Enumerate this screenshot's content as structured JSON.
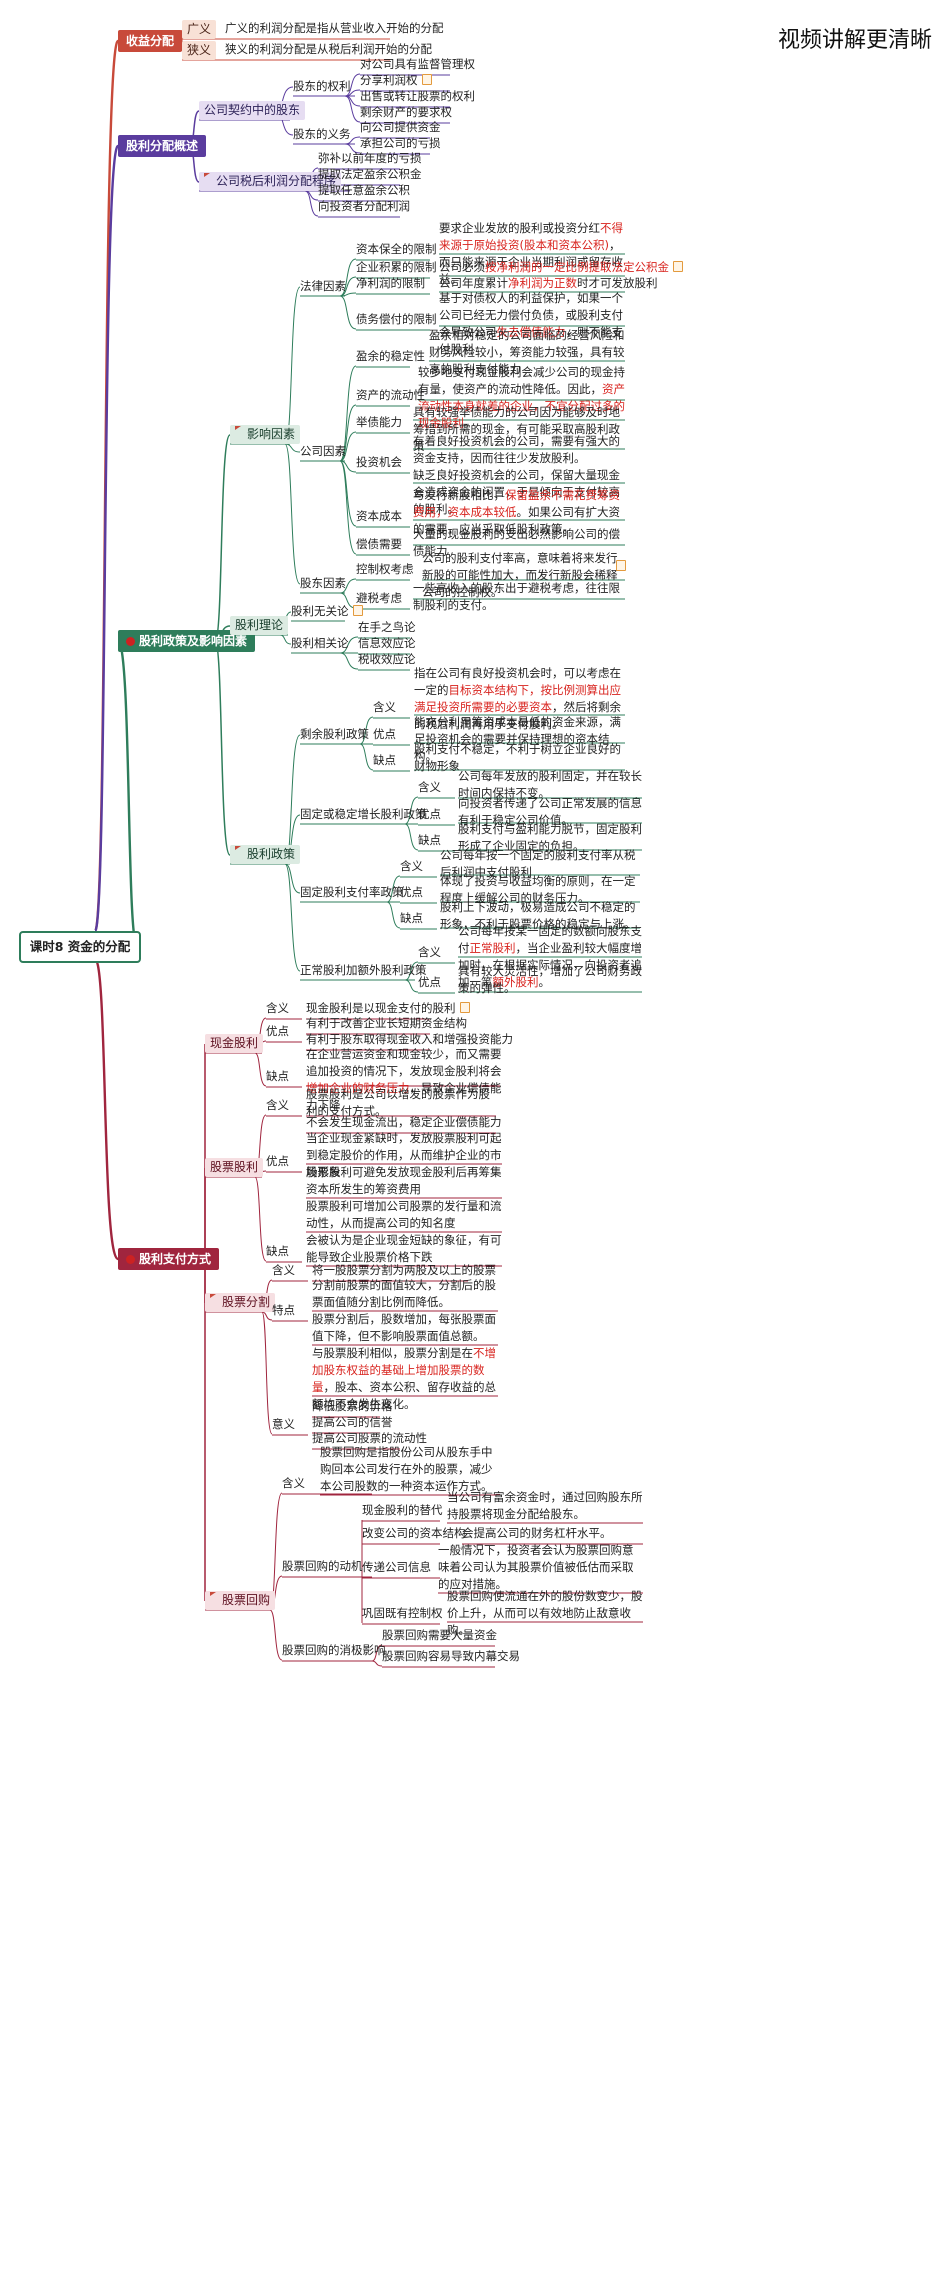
{
  "watermark": "视频讲解更清晰",
  "root": "课时8 资金的分配",
  "b1": {
    "title": "收益分配",
    "broad_tag": "广义",
    "broad_text": "广义的利润分配是指从营业收入开始的分配",
    "narrow_tag": "狭义",
    "narrow_text": "狭义的利润分配是从税后利润开始的分配"
  },
  "b2": {
    "title": "股利分配概述",
    "contract": "公司契约中的股东",
    "rights": "股东的权利",
    "right1": "对公司具有监督管理权",
    "right2": "分享利润权",
    "right3": "出售或转让股票的权利",
    "right4": "剩余财产的要求权",
    "duties": "股东的义务",
    "duty1": "向公司提供资金",
    "duty2": "承担公司的亏损",
    "procedure": "公司税后利润分配程序",
    "proc1": "弥补以前年度的亏损",
    "proc2": "提取法定盈余公积金",
    "proc3": "提取任意盈余公积",
    "proc4": "向投资者分配利润"
  },
  "b3": {
    "title": "股利政策及影响因素",
    "factors": "影响因素",
    "legal": "法律因素",
    "capital_preserve": "资本保全的限制",
    "capital_preserve_d1": "要求企业发放的股利或投资分红",
    "capital_preserve_d2": "不得来源于原始投资(股本和资本公积)",
    "capital_preserve_d3": "，而只能来源于企业当期利润或留存收益。",
    "accum": "企业积累的限制",
    "accum_d1": "公司必须",
    "accum_d2": "按净利润的一定比例提取法定公积金",
    "net_profit": "净利润的限制",
    "net_profit_d1": "公司年度累计",
    "net_profit_d2": "净利润为正数",
    "net_profit_d3": "时才可发放股利",
    "debt": "债务偿付的限制",
    "debt_d1": "基于对债权人的利益保护，如果一个公司已经无力偿付负债，或股利支付会导致公司",
    "debt_d2": "失去偿债能力",
    "debt_d3": "，则不能支付股利",
    "company": "公司因素",
    "stability": "盈余的稳定性",
    "stability_d": "盈余相对稳定的公司面临的经营风险和财务风险较小，筹资能力较强，具有较高的股利支付能力",
    "liquidity": "资产的流动性",
    "liquidity_d1": "较多地支付现金股利会减少公司的现金持有量，使资产的流动性降低。因此，",
    "liquidity_d2": "资产流动性本身就差的企业，不宜分配过多的现金股利",
    "liquidity_d3": "。",
    "borrow": "举债能力",
    "borrow_d": "具有较强举债能力的公司因为能够及时地筹措到所需的现金，有可能采取高股利政策",
    "invest": "投资机会",
    "invest_d1": "有着良好投资机会的公司，需要有强大的资金支持，因而往往少发放股利。",
    "invest_d2": "缺乏良好投资机会的公司，保留大量现金会造成资金的闲置，于是倾向于支付较高的股利。",
    "cost": "资本成本",
    "cost_d1": "与发行新股相比，",
    "cost_d2": "保留盈余不需花费筹资费用，资本成本较低",
    "cost_d3": "。如果公司有扩大资的需要，应当采取低股利政策。",
    "repay": "偿债需要",
    "repay_d": "大量的现金股利的支出必然影响公司的偿债能力",
    "shareholder": "股东因素",
    "control": "控制权考虑",
    "control_d": "公司的股利支付率高，意味着将来发行新股的可能性加大，而发行新股会稀释公司的控制权。",
    "tax": "避税考虑",
    "tax_d": "一些高收入的股东出于避税考虑，往往限制股利的支付。",
    "theory": "股利理论",
    "irrelevant": "股利无关论",
    "relevant": "股利相关论",
    "bird": "在手之鸟论",
    "signal": "信息效应论",
    "taxdiff": "税收效应论",
    "policy": "股利政策",
    "residual": "剩余股利政策",
    "meaning": "含义",
    "advantage": "优点",
    "disadvantage": "缺点",
    "residual_m1": "指在公司有良好投资机会时，可以考虑在一定的",
    "residual_m2": "目标资本结构下，按比例测算出应满足投资所需要的必要资本",
    "residual_m3": "，然后将剩余的税后利润再用于支付股利。",
    "residual_a": "能充分利用筹资成本最低的资金来源，满足投资机会的需要并保持理想的资本结构。",
    "residual_d": "股利支付不稳定，不利于树立企业良好的财物形象",
    "fixed": "固定或稳定增长股利政策",
    "fixed_m": "公司每年发放的股利固定，并在较长时间内保持不变。",
    "fixed_a": "向投资者传递了公司正常发展的信息有利于稳定公司价值。",
    "fixed_d": "股利支付与盈利能力脱节，固定股利形成了企业固定的负担。",
    "ratio": "固定股利支付率政策",
    "ratio_m": "公司每年按一个固定的股利支付率从税后利润中支付股利",
    "ratio_a": "体现了投资与收益均衡的原则，在一定程度上缓解公司的财务压力。",
    "ratio_d": "股利上下波动，极易造成公司不稳定的形象，不利于股票价格的稳定与上涨。",
    "normal": "正常股利加额外股利政策",
    "normal_m1": "公司每年按某一固定的数额向股东支付",
    "normal_m2": "正常股利",
    "normal_m3": "，当企业盈利较大幅度增加时，在根据实际情况，向投资者追加一笔",
    "normal_m4": "额外股利",
    "normal_m5": "。",
    "normal_a": "具有较大灵活性，增加了公司财务政策的弹性。"
  },
  "b4": {
    "title": "股利支付方式",
    "cash": "现金股利",
    "meaning": "含义",
    "advantage": "优点",
    "disadvantage": "缺点",
    "cash_m": "现金股利是以现金支付的股利",
    "cash_a1": "有利于改善企业长短期资金结构",
    "cash_a2": "有利于股东取得现金收入和增强投资能力",
    "cash_d1": "在企业营运资金和现金较少，而又需要追加投资的情况下，发放现金股利将会",
    "cash_d2": "增加企业的财务压力",
    "cash_d3": "，导致企业偿债能力下降",
    "stock": "股票股利",
    "stock_m": "股票股利是公司以增发的股票作为股利的支付方式。",
    "stock_a1": "不会发生现金流出，稳定企业偿债能力",
    "stock_a2": "当企业现金紧缺时，发放股票股利可起到稳定股价的作用，从而维护企业的市场形象",
    "stock_a3": "股票股利可避免发放现金股利后再筹集资本所发生的筹资费用",
    "stock_a4": "股票股利可增加公司股票的发行量和流动性，从而提高公司的知名度",
    "stock_d": "会被认为是企业现金短缺的象征，有可能导致企业股票价格下跌",
    "split": "股票分割",
    "split_m": "将一股股票分割为两股及以上的股票",
    "feature": "特点",
    "split_f1": "分割前股票的面值较大，分割后的股票面值随分割比例而降低。",
    "split_f2": "股票分割后，股数增加，每张股票面值下降，但不影响股票面值总额。",
    "split_f3a": "与股票股利相似，股票分割是在",
    "split_f3b": "不增加股东权益的基础上增加股票的数量",
    "split_f3c": "，股本、资本公积、留存收益的总额均不会发生变化。",
    "significance": "意义",
    "split_s1": "降低股票的价格",
    "split_s2": "提高公司的信誉",
    "split_s3": "提高公司股票的流动性",
    "buyback": "股票回购",
    "buyback_m": "股票回购是指股份公司从股东手中购回本公司发行在外的股票，减少本公司股数的一种资本运作方式。",
    "motive": "股票回购的动机",
    "mot1": "现金股利的替代",
    "mot1_d": "当公司有富余资金时，通过回购股东所持股票将现金分配给股东。",
    "mot2": "改变公司的资本结构",
    "mot2_d": "会提高公司的财务杠杆水平。",
    "mot3": "传递公司信息",
    "mot3_d": "一般情况下，投资者会认为股票回购意味着公司认为其股票价值被低估而采取的应对措施。",
    "mot4": "巩固既有控制权",
    "mot4_d": "股票回购使流通在外的股份数变少，股价上升，从而可以有效地防止敌意收购。",
    "negative": "股票回购的消极影响",
    "neg1": "股票回购需要大量资金",
    "neg2": "股票回购容易导致内幕交易"
  },
  "colors": {
    "b1": "#c84a3a",
    "b2": "#5a3c9e",
    "b3": "#2e7d5b",
    "b4": "#a0253e",
    "highlight": "#d8231e"
  }
}
